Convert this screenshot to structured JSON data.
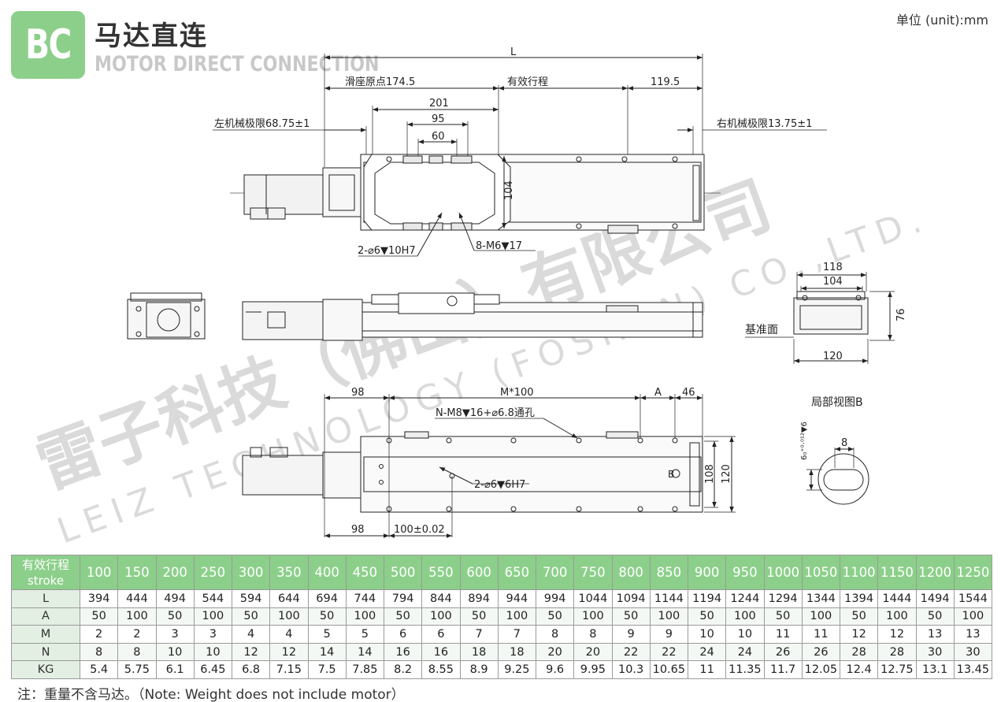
{
  "header": {
    "logo": "BC",
    "title_cn": "马达直连",
    "title_en": "MOTOR DIRECT CONNECTION",
    "unit": "单位 (unit):mm"
  },
  "watermark": {
    "cn": "雷子科技（佛山）有限公司",
    "en": "LEIZ TECHNOLOGY (FOSHAN) CO.,LTD."
  },
  "dims": {
    "top": {
      "L": "L",
      "origin": "滑座原点174.5",
      "stroke": "有效行程",
      "right": "119.5",
      "d201": "201",
      "d95": "95",
      "d60": "60",
      "left_limit": "左机械极限68.75±1",
      "right_limit": "右机械极限13.75±1",
      "h104": "104",
      "pin": "2-⌀6▼10H7",
      "screw": "8-M6▼17"
    },
    "end": {
      "w118": "118",
      "w104": "104",
      "h76": "76",
      "w120": "120",
      "ref": "基准面"
    },
    "bottom": {
      "d98a": "98",
      "m100": "M*100",
      "a": "A",
      "d46": "46",
      "holes": "N-M8▼16+⌀6.8通孔",
      "pin": "2-⌀6▼6H7",
      "d98b": "98",
      "d100": "100±0.02",
      "h108": "108",
      "h120": "120",
      "b": "B"
    },
    "detail": {
      "title": "局部视图B",
      "tol": "6₀⁺⁰·⁰¹²▼6",
      "w8": "8"
    }
  },
  "table": {
    "header_cn": "有效行程",
    "header_en": "stroke",
    "strokes": [
      "100",
      "150",
      "200",
      "250",
      "300",
      "350",
      "400",
      "450",
      "500",
      "550",
      "600",
      "650",
      "700",
      "750",
      "800",
      "850",
      "900",
      "950",
      "1000",
      "1050",
      "1100",
      "1150",
      "1200",
      "1250"
    ],
    "rows": [
      {
        "label": "L",
        "values": [
          "394",
          "444",
          "494",
          "544",
          "594",
          "644",
          "694",
          "744",
          "794",
          "844",
          "894",
          "944",
          "994",
          "1044",
          "1094",
          "1144",
          "1194",
          "1244",
          "1294",
          "1344",
          "1394",
          "1444",
          "1494",
          "1544"
        ]
      },
      {
        "label": "A",
        "values": [
          "50",
          "100",
          "50",
          "100",
          "50",
          "100",
          "50",
          "100",
          "50",
          "100",
          "50",
          "100",
          "50",
          "100",
          "50",
          "100",
          "50",
          "100",
          "50",
          "100",
          "50",
          "100",
          "50",
          "100"
        ]
      },
      {
        "label": "M",
        "values": [
          "2",
          "2",
          "3",
          "3",
          "4",
          "4",
          "5",
          "5",
          "6",
          "6",
          "7",
          "7",
          "8",
          "8",
          "9",
          "9",
          "10",
          "10",
          "11",
          "11",
          "12",
          "12",
          "13",
          "13"
        ]
      },
      {
        "label": "N",
        "values": [
          "8",
          "8",
          "10",
          "10",
          "12",
          "12",
          "14",
          "14",
          "16",
          "16",
          "18",
          "18",
          "20",
          "20",
          "22",
          "22",
          "24",
          "24",
          "26",
          "26",
          "28",
          "28",
          "30",
          "30"
        ]
      },
      {
        "label": "KG",
        "values": [
          "5.4",
          "5.75",
          "6.1",
          "6.45",
          "6.8",
          "7.15",
          "7.5",
          "7.85",
          "8.2",
          "8.55",
          "8.9",
          "9.25",
          "9.6",
          "9.95",
          "10.3",
          "10.65",
          "11",
          "11.35",
          "11.7",
          "12.05",
          "12.4",
          "12.75",
          "13.1",
          "13.45"
        ]
      }
    ]
  },
  "footnote": "注：重量不含马达。（Note: Weight does not include motor）"
}
